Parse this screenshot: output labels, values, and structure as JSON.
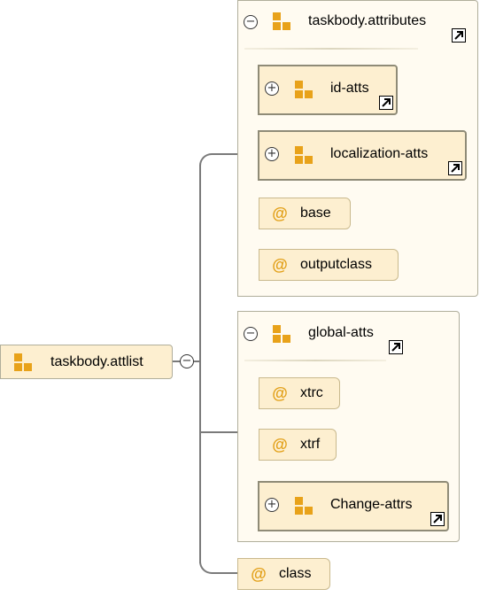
{
  "root": {
    "label": "taskbody.attlist",
    "toggle": "−"
  },
  "group1": {
    "header": {
      "label": "taskbody.attributes",
      "toggle": "−"
    },
    "refs": [
      {
        "label": "id-atts",
        "toggle": "+"
      },
      {
        "label": "localization-atts",
        "toggle": "+"
      }
    ],
    "attributes": [
      {
        "symbol": "@",
        "label": "base"
      },
      {
        "symbol": "@",
        "label": "outputclass"
      }
    ]
  },
  "group2": {
    "header": {
      "label": "global-atts",
      "toggle": "−"
    },
    "attributes": [
      {
        "symbol": "@",
        "label": "xtrc"
      },
      {
        "symbol": "@",
        "label": "xtrf"
      }
    ],
    "refs": [
      {
        "label": "Change-attrs",
        "toggle": "+"
      }
    ]
  },
  "bottom_attribute": {
    "symbol": "@",
    "label": "class"
  },
  "colors": {
    "node_fill": "#fdefd0",
    "group_fill": "#fffbf1",
    "icon": "#e8a21a",
    "connector": "#7a7a7a"
  },
  "icons": [
    "attribute-group-icon",
    "attribute-icon",
    "expand-icon",
    "collapse-icon",
    "external-link-icon"
  ]
}
